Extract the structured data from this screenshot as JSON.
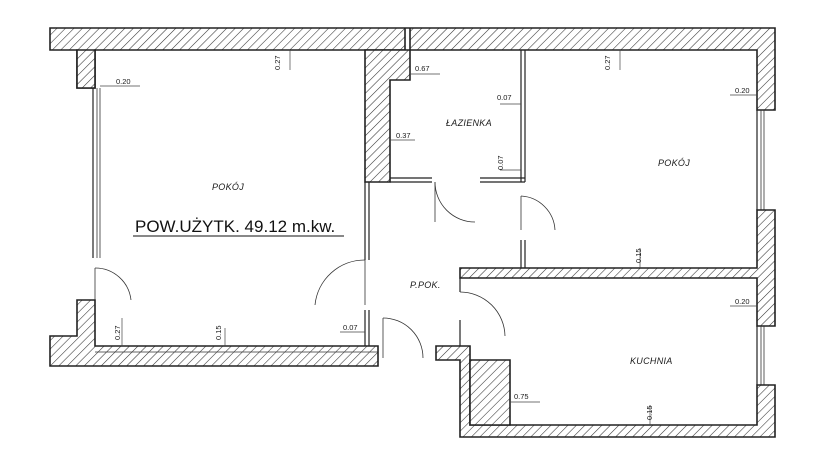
{
  "summary": {
    "usable_area": "POW.UŻYTK. 49.12 m.kw."
  },
  "rooms": {
    "pokoj_left": "POKÓJ",
    "lazienka": "ŁAZIENKA",
    "pokoj_right": "POKÓJ",
    "przedpokoj": "P.POK.",
    "kuchnia": "KUCHNIA"
  },
  "dimensions": {
    "d1": "0.20",
    "d2": "0.27",
    "d3": "0.67",
    "d4": "0.27",
    "d5": "0.20",
    "d6": "0.07",
    "d7": "0.37",
    "d8": "0.07",
    "d9": "0.15",
    "d10": "0.20",
    "d11": "0.27",
    "d12": "0.15",
    "d13": "0.07",
    "d14": "0.75",
    "d15": "0.15"
  }
}
